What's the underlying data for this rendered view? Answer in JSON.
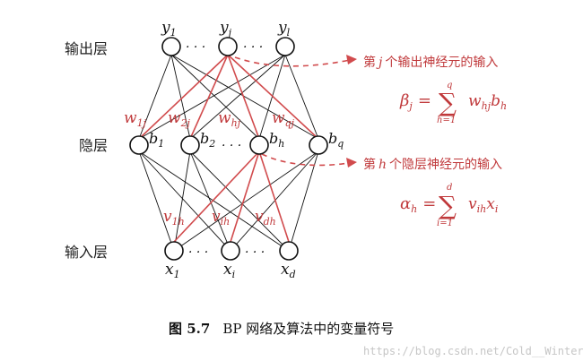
{
  "layers": {
    "output": "输出层",
    "hidden": "隐层",
    "input": "输入层"
  },
  "nodes": {
    "output": [
      {
        "base": "y",
        "sub": "1"
      },
      {
        "base": "y",
        "sub": "j"
      },
      {
        "base": "y",
        "sub": "l"
      }
    ],
    "hidden": [
      {
        "base": "b",
        "sub": "1"
      },
      {
        "base": "b",
        "sub": "2"
      },
      {
        "base": "b",
        "sub": "h"
      },
      {
        "base": "b",
        "sub": "q"
      }
    ],
    "input": [
      {
        "base": "x",
        "sub": "1"
      },
      {
        "base": "x",
        "sub": "i"
      },
      {
        "base": "x",
        "sub": "d"
      }
    ]
  },
  "ellipsis": "· · ·",
  "weight_labels": {
    "w1j": {
      "base": "w",
      "sub": "1j"
    },
    "w2j": {
      "base": "w",
      "sub": "2j"
    },
    "whj": {
      "base": "w",
      "sub": "hj"
    },
    "wqj": {
      "base": "w",
      "sub": "qj"
    },
    "v1h": {
      "base": "v",
      "sub": "1h"
    },
    "vih": {
      "base": "v",
      "sub": "ih"
    },
    "vdh": {
      "base": "v",
      "sub": "dh"
    }
  },
  "annotations": {
    "output_input": {
      "text_before": "第",
      "var": "j",
      "text_after": "个输出神经元的输入",
      "formula_lhs": "β",
      "formula_lhs_sub": "j",
      "sum_upper": "q",
      "sum_lower": "h=1",
      "term": "w",
      "term_sub": "hj",
      "term2": "b",
      "term2_sub": "h"
    },
    "hidden_input": {
      "text_before": "第",
      "var": "h",
      "text_after": "个隐层神经元的输入",
      "formula_lhs": "α",
      "formula_lhs_sub": "h",
      "sum_upper": "d",
      "sum_lower": "i=1",
      "term": "v",
      "term_sub": "ih",
      "term2": "x",
      "term2_sub": "i"
    }
  },
  "caption": {
    "fig": "图 5.7",
    "text": "BP 网络及算法中的变量符号"
  },
  "watermark": "https://blog.csdn.net/Cold__Winter",
  "colors": {
    "accent_red": "#c0393b",
    "line": "#111111"
  }
}
